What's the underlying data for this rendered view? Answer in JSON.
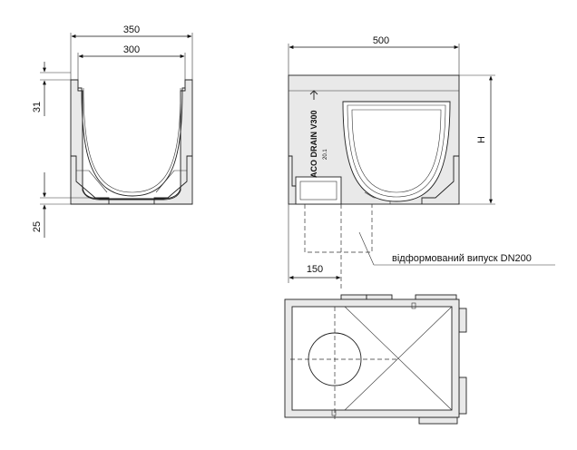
{
  "dimensions": {
    "top_width": "350",
    "inner_width": "300",
    "wall_height": "31",
    "base_height": "25",
    "length": "500",
    "height": "H",
    "outlet_offset": "150"
  },
  "product_marking": {
    "brand_text": "ACO DRAIN V300",
    "grade_text": "20.1"
  },
  "annotation": {
    "outlet_label": "відформований випуск DN200"
  },
  "colors": {
    "body_fill": "#e9e9e9",
    "line": "#222222"
  }
}
